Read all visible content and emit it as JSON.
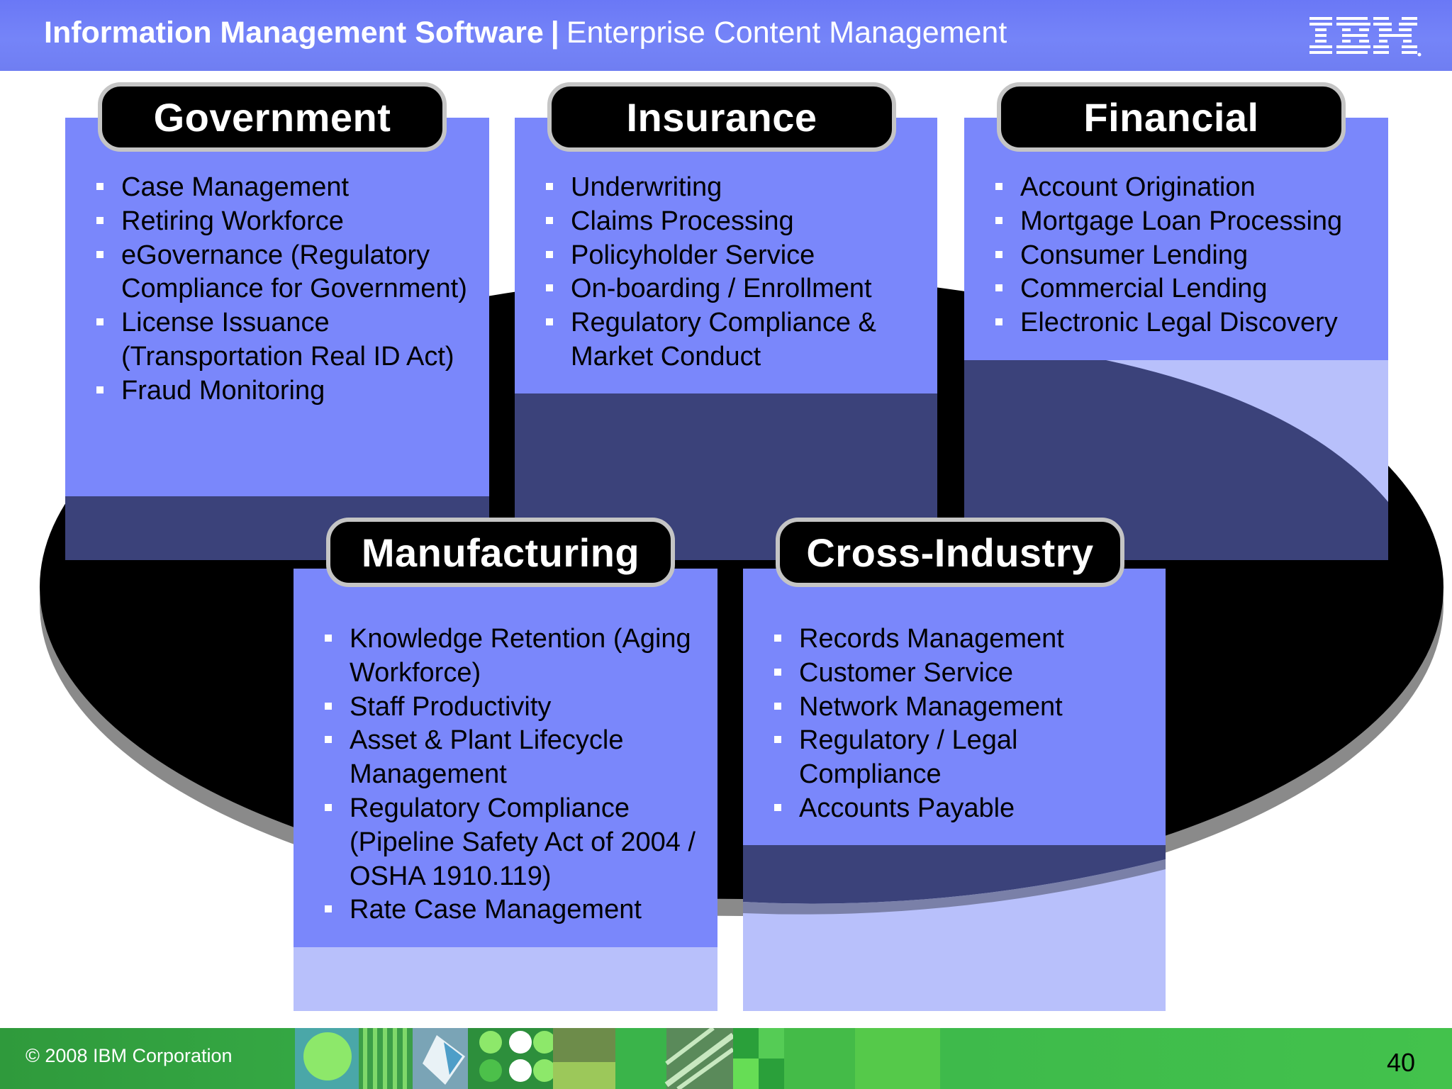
{
  "header": {
    "title_bold": "Information Management Software",
    "separator": "|",
    "title_regular": "Enterprise Content Management",
    "logo_text": "IBM"
  },
  "colors": {
    "header_blue": "#7584f8",
    "panel_blue": "#7a87fb",
    "footer_green": "#3ab44a",
    "pill_black": "#000000"
  },
  "panels": [
    {
      "title": "Government",
      "items": [
        "Case Management",
        "Retiring Workforce",
        "eGovernance (Regulatory Compliance for Government)",
        "License Issuance (Transportation Real ID Act)",
        "Fraud Monitoring"
      ]
    },
    {
      "title": "Insurance",
      "items": [
        "Underwriting",
        "Claims Processing",
        "Policyholder Service",
        "On-boarding / Enrollment",
        "Regulatory Compliance & Market Conduct"
      ]
    },
    {
      "title": "Financial",
      "items": [
        "Account Origination",
        "Mortgage Loan Processing",
        "Consumer Lending",
        "Commercial Lending",
        "Electronic Legal Discovery"
      ]
    },
    {
      "title": "Manufacturing",
      "items": [
        "Knowledge Retention (Aging Workforce)",
        "Staff Productivity",
        "Asset & Plant Lifecycle Management",
        "Regulatory Compliance (Pipeline Safety Act of 2004 / OSHA 1910.119)",
        "Rate Case Management"
      ]
    },
    {
      "title": "Cross-Industry",
      "items": [
        "Records Management",
        "Customer Service",
        "Network Management",
        "Regulatory / Legal Compliance",
        "Accounts Payable"
      ]
    }
  ],
  "footer": {
    "copyright": "© 2008 IBM Corporation",
    "page_number": "40"
  }
}
